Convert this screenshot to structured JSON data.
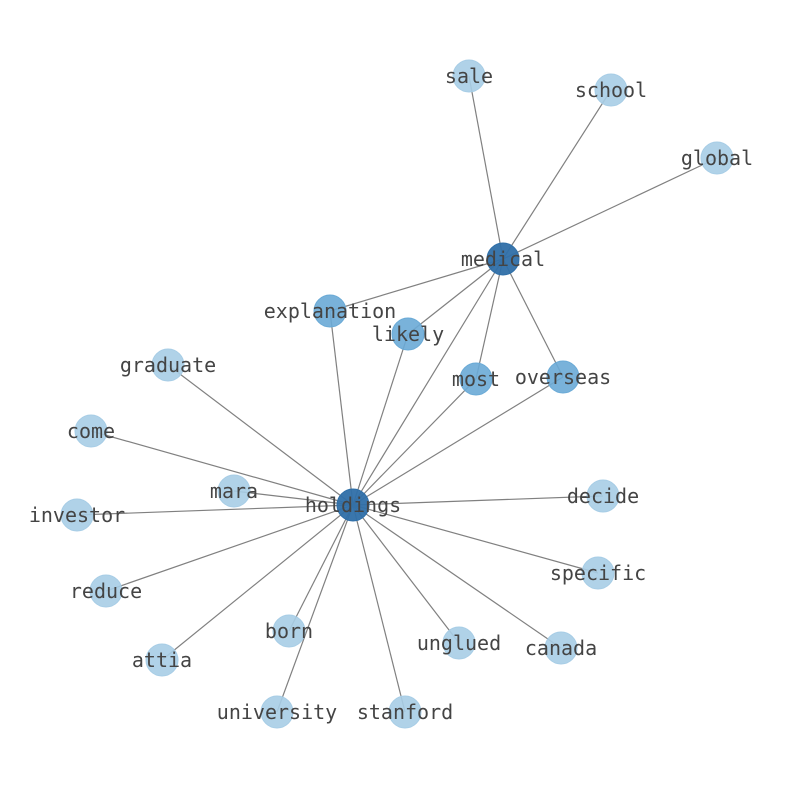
{
  "nodes": [
    {
      "id": "holdings",
      "label": "holdings",
      "level": "hub"
    },
    {
      "id": "medical",
      "label": "medical",
      "level": "hub"
    },
    {
      "id": "explanation",
      "label": "explanation",
      "level": "shared"
    },
    {
      "id": "likely",
      "label": "likely",
      "level": "shared"
    },
    {
      "id": "most",
      "label": "most",
      "level": "shared"
    },
    {
      "id": "overseas",
      "label": "overseas",
      "level": "shared"
    },
    {
      "id": "sale",
      "label": "sale",
      "level": "leaf"
    },
    {
      "id": "school",
      "label": "school",
      "level": "leaf"
    },
    {
      "id": "global",
      "label": "global",
      "level": "leaf"
    },
    {
      "id": "graduate",
      "label": "graduate",
      "level": "leaf"
    },
    {
      "id": "come",
      "label": "come",
      "level": "leaf"
    },
    {
      "id": "mara",
      "label": "mara",
      "level": "leaf"
    },
    {
      "id": "investor",
      "label": "investor",
      "level": "leaf"
    },
    {
      "id": "reduce",
      "label": "reduce",
      "level": "leaf"
    },
    {
      "id": "attia",
      "label": "attia",
      "level": "leaf"
    },
    {
      "id": "born",
      "label": "born",
      "level": "leaf"
    },
    {
      "id": "university",
      "label": "university",
      "level": "leaf"
    },
    {
      "id": "stanford",
      "label": "stanford",
      "level": "leaf"
    },
    {
      "id": "unglued",
      "label": "unglued",
      "level": "leaf"
    },
    {
      "id": "canada",
      "label": "canada",
      "level": "leaf"
    },
    {
      "id": "specific",
      "label": "specific",
      "level": "leaf"
    },
    {
      "id": "decide",
      "label": "decide",
      "level": "leaf"
    }
  ],
  "edges": [
    [
      "medical",
      "sale"
    ],
    [
      "medical",
      "school"
    ],
    [
      "medical",
      "global"
    ],
    [
      "medical",
      "explanation"
    ],
    [
      "medical",
      "likely"
    ],
    [
      "medical",
      "most"
    ],
    [
      "medical",
      "overseas"
    ],
    [
      "medical",
      "holdings"
    ],
    [
      "holdings",
      "explanation"
    ],
    [
      "holdings",
      "likely"
    ],
    [
      "holdings",
      "most"
    ],
    [
      "holdings",
      "overseas"
    ],
    [
      "holdings",
      "graduate"
    ],
    [
      "holdings",
      "come"
    ],
    [
      "holdings",
      "mara"
    ],
    [
      "holdings",
      "investor"
    ],
    [
      "holdings",
      "reduce"
    ],
    [
      "holdings",
      "attia"
    ],
    [
      "holdings",
      "born"
    ],
    [
      "holdings",
      "university"
    ],
    [
      "holdings",
      "stanford"
    ],
    [
      "holdings",
      "unglued"
    ],
    [
      "holdings",
      "canada"
    ],
    [
      "holdings",
      "specific"
    ],
    [
      "holdings",
      "decide"
    ]
  ],
  "colors": {
    "hub": "#2f6fa8",
    "shared": "#6aaad6",
    "leaf": "#a7cde6",
    "edge": "#808080",
    "label": "#444444"
  }
}
